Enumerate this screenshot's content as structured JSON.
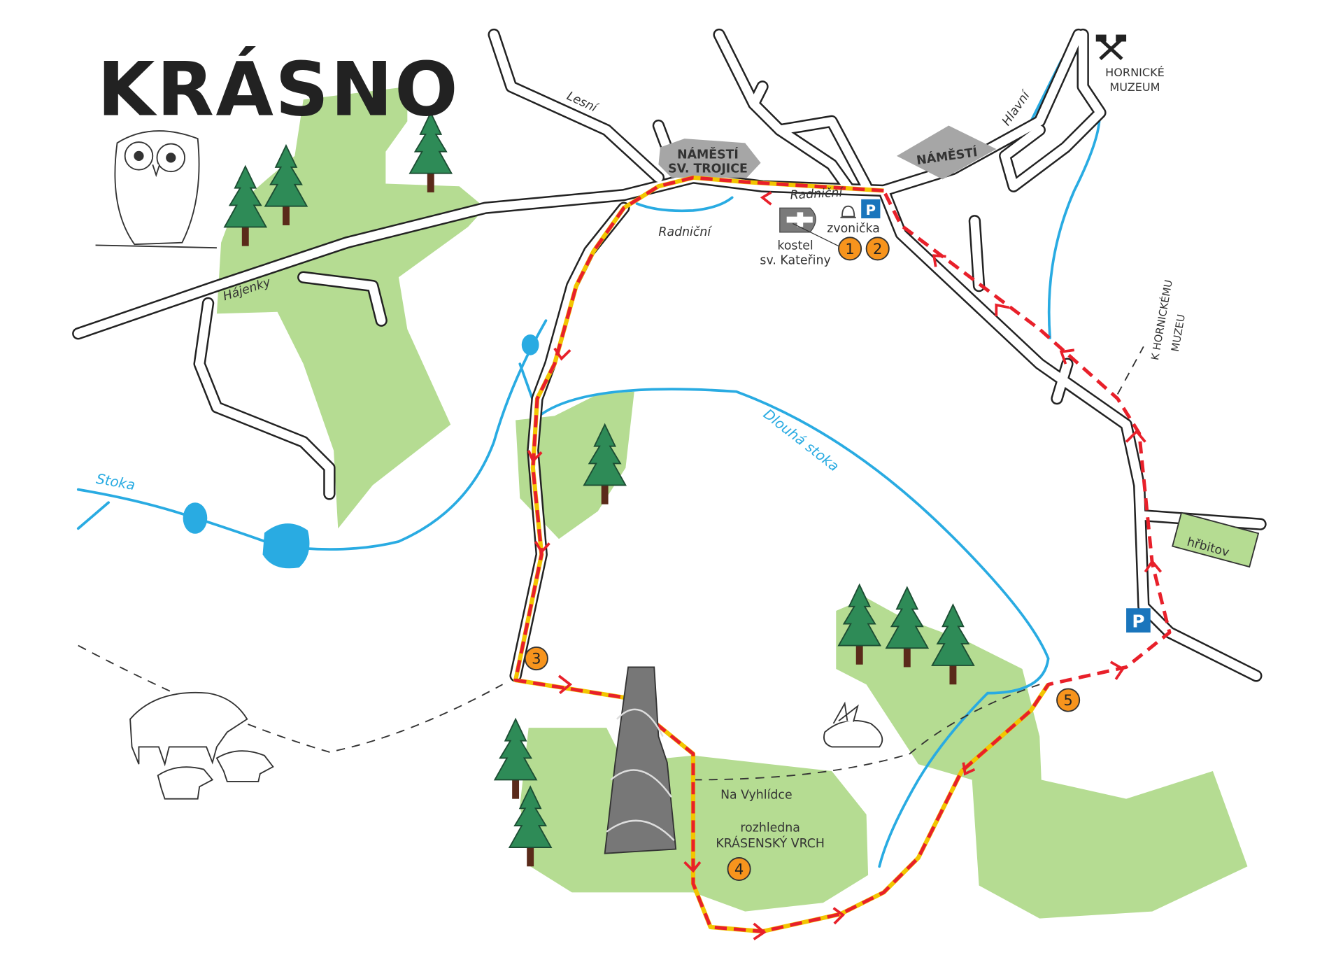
{
  "title": "KRÁSNO",
  "streets": {
    "lesni": "Lesní",
    "hajenky": "Hájenky",
    "radnicni_1": "Radniční",
    "radnicni_2": "Radniční",
    "hlavni": "Hlavní"
  },
  "places": {
    "namesti_trojice_1": "NÁMĚSTÍ",
    "namesti_trojice_2": "SV. TROJICE",
    "namesti": "NÁMĚSTÍ",
    "kostel_1": "kostel",
    "kostel_2": "sv. Kateřiny",
    "zvonicka": "zvonička",
    "muzeum_1": "HORNICKÉ",
    "muzeum_2": "MUZEUM",
    "k_muzeu_1": "K HORNICKÉMU",
    "k_muzeu_2": "MUZEU",
    "hrbitov": "hřbitov",
    "na_vyhlidce": "Na Vyhlídce",
    "rozhledna_1": "rozhledna",
    "rozhledna_2": "KRÁSENSKÝ VRCH",
    "parking": "P"
  },
  "water": {
    "stoka": "Stoka",
    "dlouha_stoka": "Dlouhá stoka"
  },
  "stops": [
    "1",
    "2",
    "3",
    "4",
    "5"
  ],
  "colors": {
    "forest": "#b5dc92",
    "water": "#29abe2",
    "route_yellow": "#f2c500",
    "route_red": "#e8202a",
    "stop": "#f7941d",
    "parking": "#1a75bc",
    "square": "#a6a6a6"
  }
}
